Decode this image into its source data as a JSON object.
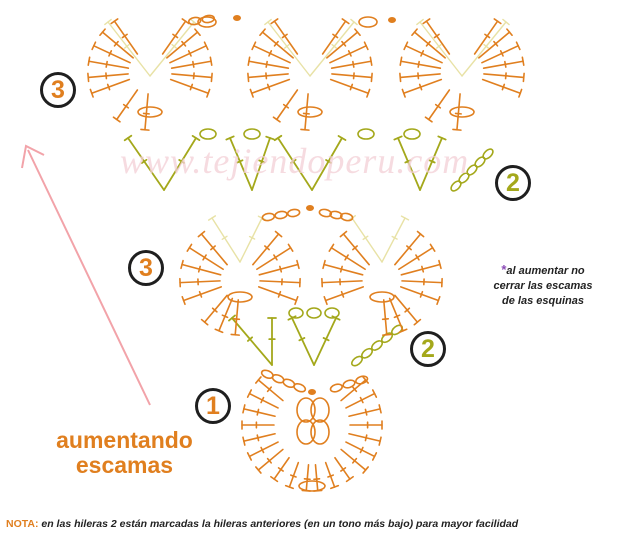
{
  "title": {
    "line1": "aumentando",
    "line2": "escamas"
  },
  "watermark": "www.tejiendoperu.com",
  "row_labels": [
    {
      "text": "3",
      "color": "#e07f1f"
    },
    {
      "text": "2",
      "color": "#a4a81b"
    },
    {
      "text": "3",
      "color": "#e07f1f"
    },
    {
      "text": "2",
      "color": "#a4a81b"
    },
    {
      "text": "1",
      "color": "#e07f1f"
    }
  ],
  "side_note": {
    "star": "*",
    "line1": "al aumentar no",
    "line2": "cerrar las escamas",
    "line3": "de las esquinas"
  },
  "bottom_note": {
    "label": "NOTA:",
    "text": "en las hileras 2 están marcadas la hileras anteriores (en un tono más bajo) para mayor facilidad"
  },
  "colors": {
    "orange": "#e07f1f",
    "olive": "#a4a81b",
    "pale": "#e8e2a6",
    "arrow": "#f2a3a9",
    "text": "#222222"
  }
}
